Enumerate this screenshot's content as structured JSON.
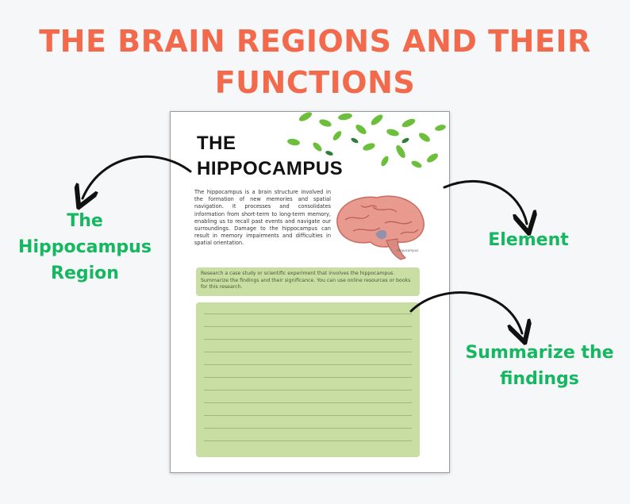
{
  "header": {
    "title_line1": "THE BRAIN REGIONS AND THEIR",
    "title_line2": "FUNCTIONS"
  },
  "worksheet": {
    "title_line1": "THE",
    "title_line2": "HIPPOCAMPUS",
    "body": "The hippocampus is a brain structure involved in the formation of new memories and spatial navigation. It processes and consolidates information from short-term to long-term memory, enabling us to recall past events and navigate our surroundings. Damage to the hippocampus can result in memory impairments and difficulties in spatial orientation.",
    "brain_caption": "Hippocampus",
    "task": "Research a case study or scientific experiment that involves the hippocampus. Summarize the findings and their significance. You can use online resources or books for this research."
  },
  "callouts": {
    "region_line1": "The",
    "region_line2": "Hippocampus",
    "region_line3": "Region",
    "element": "Element",
    "summarize_line1": "Summarize the",
    "summarize_line2": "findings"
  },
  "colors": {
    "title": "#f26a4b",
    "callout": "#16b761",
    "box": "#c9dea2",
    "leaf": "#6cbf3a"
  },
  "icons": [
    "leaves-decoration",
    "brain-icon",
    "curved-arrow-icon"
  ]
}
